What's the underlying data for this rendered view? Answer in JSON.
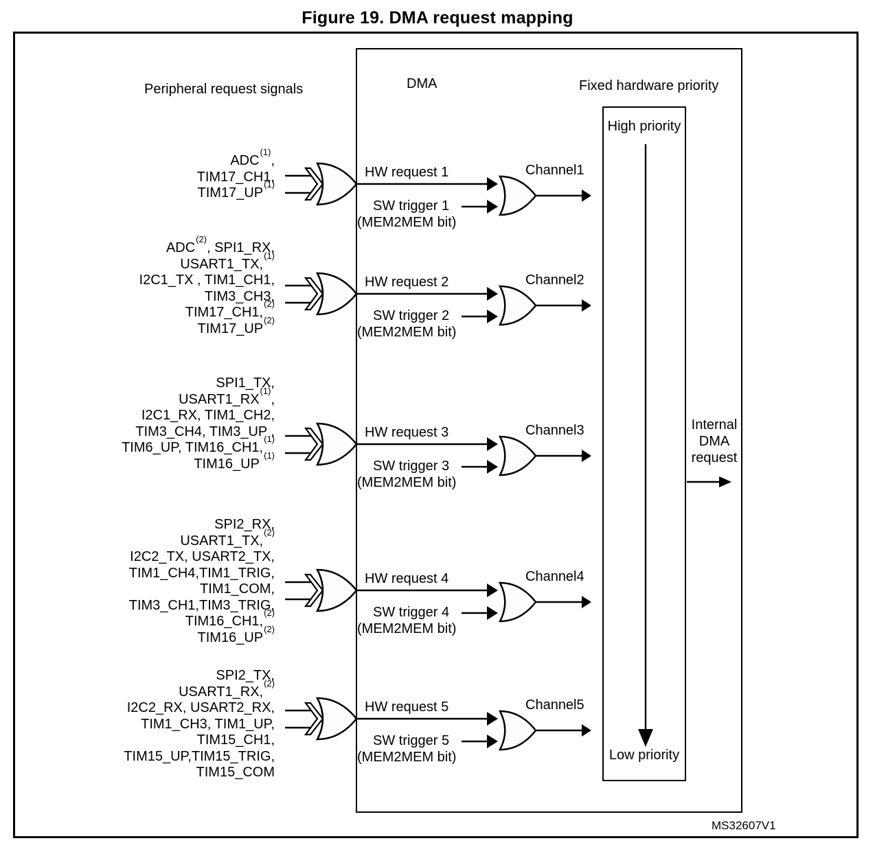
{
  "title": "Figure 19. DMA request mapping",
  "headers": {
    "peripheral": "Peripheral request signals",
    "dma": "DMA",
    "priority": "Fixed hardware priority"
  },
  "priority": {
    "high": "High priority",
    "low": "Low priority"
  },
  "internal": {
    "line1": "Internal",
    "line2": "DMA",
    "line3": "request"
  },
  "watermark": "MS32607V1",
  "rows": [
    {
      "channel": "Channel1",
      "hw_request": "HW request 1",
      "sw_trigger": "SW trigger 1",
      "mem2mem": "(MEM2MEM bit)",
      "signals": [
        "ADC^(1),",
        "TIM17_CH1,",
        "TIM17_UP^(1)"
      ]
    },
    {
      "channel": "Channel2",
      "hw_request": "HW request 2",
      "sw_trigger": "SW trigger 2",
      "mem2mem": "(MEM2MEM bit)",
      "signals": [
        "ADC^(2), SPI1_RX,",
        "USART1_TX,^(1)",
        "I2C1_TX , TIM1_CH1,",
        "TIM3_CH3,",
        "TIM17_CH1,^(2)",
        "TIM17_UP^(2)"
      ]
    },
    {
      "channel": "Channel3",
      "hw_request": "HW request 3",
      "sw_trigger": "SW trigger 3",
      "mem2mem": "(MEM2MEM bit)",
      "signals": [
        "SPI1_TX,",
        "USART1_RX^(1),",
        "I2C1_RX, TIM1_CH2,",
        "TIM3_CH4, TIM3_UP ,",
        "TIM6_UP, TIM16_CH1,^(1)",
        "TIM16_UP ^(1)"
      ]
    },
    {
      "channel": "Channel4",
      "hw_request": "HW request 4",
      "sw_trigger": "SW trigger 4",
      "mem2mem": "(MEM2MEM bit)",
      "signals": [
        "SPI2_RX,",
        "USART1_TX,^(2)",
        "I2C2_TX, USART2_TX,",
        "TIM1_CH4,TIM1_TRIG,",
        "TIM1_COM,",
        "TIM3_CH1,TIM3_TRIG,",
        "TIM16_CH1,^(2)",
        "TIM16_UP^(2)"
      ]
    },
    {
      "channel": "Channel5",
      "hw_request": "HW request 5",
      "sw_trigger": "SW trigger 5",
      "mem2mem": "(MEM2MEM bit)",
      "signals": [
        "SPI2_TX,",
        "USART1_RX,^(2)",
        "I2C2_RX, USART2_RX,",
        "TIM1_CH3, TIM1_UP,",
        "TIM15_CH1,",
        "TIM15_UP,TIM15_TRIG,",
        "TIM15_COM"
      ]
    }
  ]
}
